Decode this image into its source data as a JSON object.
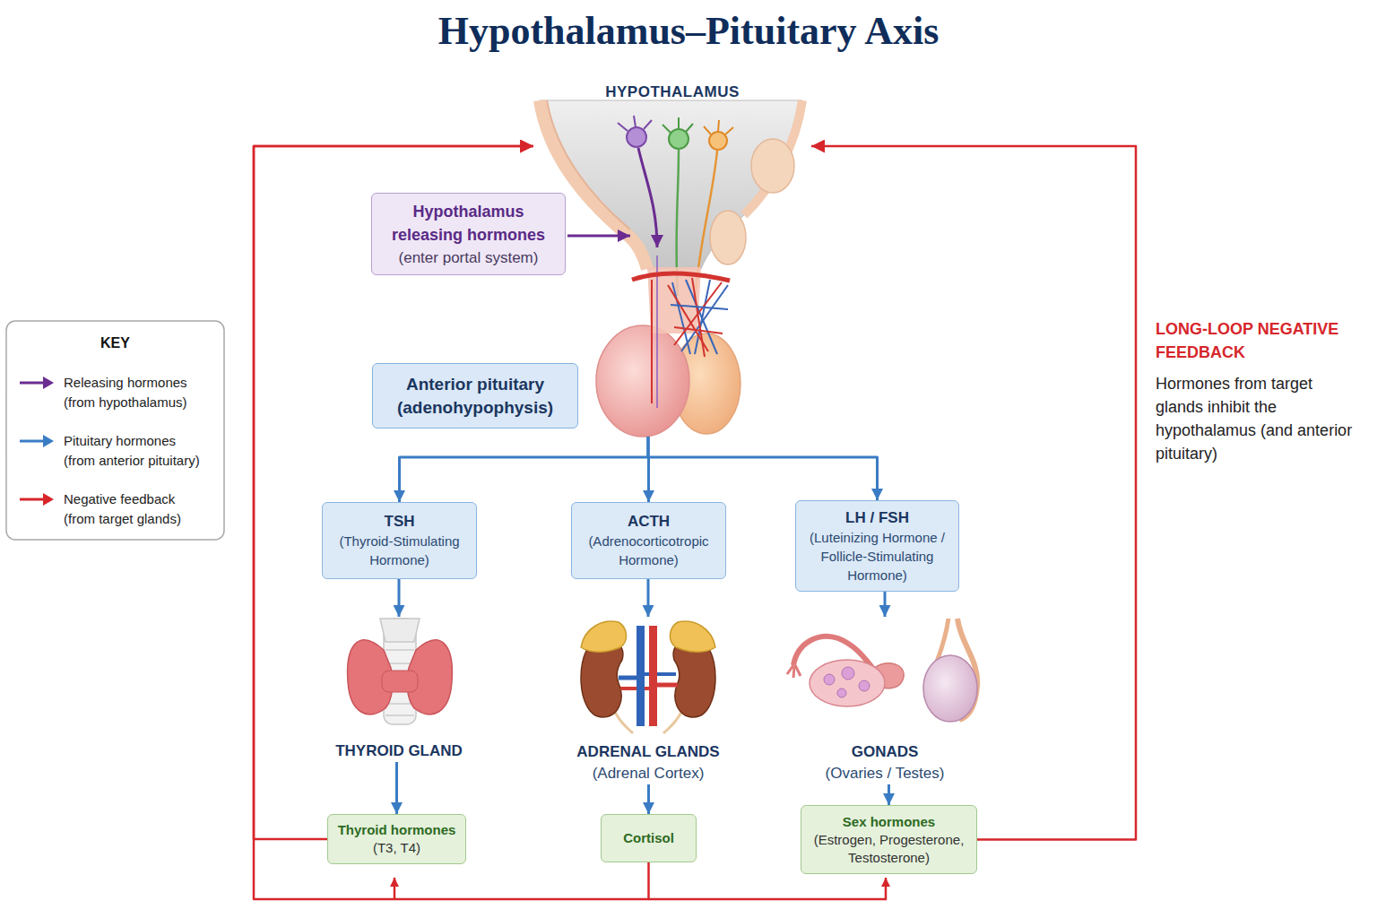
{
  "diagram": {
    "title": "Hypothalamus–Pituitary Axis",
    "nodes": [
      {
        "text": [
          "HYPOTHALAMUS"
        ]
      },
      {
        "text": [
          "Hypothalamus releasing hormones",
          "(enter portal system)"
        ]
      },
      {
        "text": [
          "Anterior pituitary (adenohypophysis)"
        ]
      },
      {
        "text": [
          "TSH",
          "(Thyroid-Stimulating Hormone)"
        ]
      },
      {
        "text": [
          "ACTH",
          "(Adrenocorticotropic Hormone)"
        ]
      },
      {
        "text": [
          "LH / FSH",
          "(Luteinizing Hormone / Follicle-Stimulating Hormone)"
        ]
      },
      {
        "text": [
          "THYROID GLAND"
        ]
      },
      {
        "text": [
          "ADRENAL GLANDS",
          "(Adrenal Cortex)"
        ]
      },
      {
        "text": [
          "GONADS",
          "(Ovaries / Testes)"
        ]
      },
      {
        "text": [
          "Thyroid hormones",
          "(T3, T4)"
        ]
      },
      {
        "text": [
          "Cortisol"
        ]
      },
      {
        "text": [
          "Sex hormones",
          "(Estrogen, Progesterone, Testosterone)"
        ]
      }
    ],
    "edges": [
      {
        "from": 2,
        "to": 3,
        "arrow": "to"
      },
      {
        "from": 2,
        "to": 4,
        "arrow": "to"
      },
      {
        "from": 2,
        "to": 5,
        "arrow": "to"
      },
      {
        "from": 3,
        "to": 6,
        "arrow": "to"
      },
      {
        "from": 4,
        "to": 7,
        "arrow": "to"
      },
      {
        "from": 5,
        "to": 8,
        "arrow": "to"
      },
      {
        "from": 6,
        "to": 9,
        "arrow": "to"
      },
      {
        "from": 7,
        "to": 10,
        "arrow": "to"
      },
      {
        "from": 8,
        "to": 11,
        "arrow": "to"
      },
      {
        "from": 9,
        "to": 0,
        "arrow": "to"
      },
      {
        "from": 11,
        "to": 0,
        "arrow": "to"
      },
      {
        "from": 10,
        "to": 0,
        "arrow": "to"
      }
    ],
    "labels": [
      "KEY",
      "LONG-LOOP NEGATIVE FEEDBACK",
      "Hormones from target glands inhibit the hypothalamus (and anterior pituitary)"
    ],
    "legend": [
      {
        "text": "Releasing hormones (from hypothalamus)"
      },
      {
        "text": "Pituitary hormones (from anterior pituitary)"
      },
      {
        "text": "Negative feedback (from target glands)"
      }
    ]
  }
}
